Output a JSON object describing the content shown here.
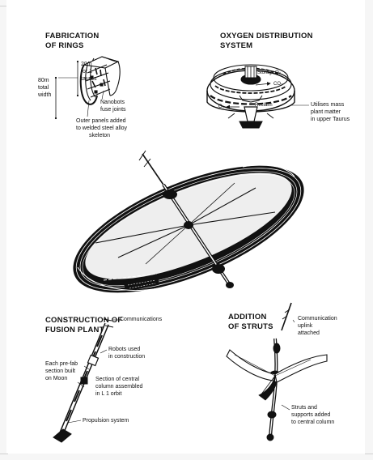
{
  "panels": {
    "rings": {
      "title_line1": "FABRICATION",
      "title_line2": "OF RINGS",
      "height_line1": "20m",
      "height_line2": "for 1",
      "height_line3": "taurus",
      "width_line1": "80m",
      "width_line2": "total",
      "width_line3": "width",
      "nanobots_line1": "Nanobots",
      "nanobots_line2": "fuse joints",
      "outer_line1": "Outer panels added",
      "outer_line2": "to welded steel alloy",
      "outer_line3": "skeleton"
    },
    "oxygen": {
      "title_line1": "OXYGEN DISTRIBUTION",
      "title_line2": "SYSTEM",
      "storage": "Storage",
      "o2_top": "O₂",
      "co2": "CO₂",
      "o2_left": "O₂",
      "reclaim": "Reclaim",
      "mass_line1": "Utilises mass",
      "mass_line2": "plant matter",
      "mass_line3": "in upper Taurus"
    },
    "fusion": {
      "title_line1": "CONSTRUCTION OF",
      "title_line2": "FUSION PLANT",
      "communications": "Communications",
      "robots_line1": "Robots used",
      "robots_line2": "in construction",
      "prefab_line1": "Each pre-fab",
      "prefab_line2": "section built",
      "prefab_line3": "on Moon",
      "section_line1": "Section of central",
      "section_line2": "column assembled",
      "section_line3": "in L 1 orbit",
      "propulsion": "Propulsion system"
    },
    "struts": {
      "title_line1": "ADDITION",
      "title_line2": "OF STRUTS",
      "uplink_line1": "Communication",
      "uplink_line2": "uplink",
      "uplink_line3": "attached",
      "added_line1": "Struts and",
      "added_line2": "supports added",
      "added_line3": "to central column"
    }
  },
  "colors": {
    "ink": "#111111",
    "hull_light": "#eeeeee",
    "page_edge": "#cfcfcf",
    "background": "#f6f6f6"
  }
}
